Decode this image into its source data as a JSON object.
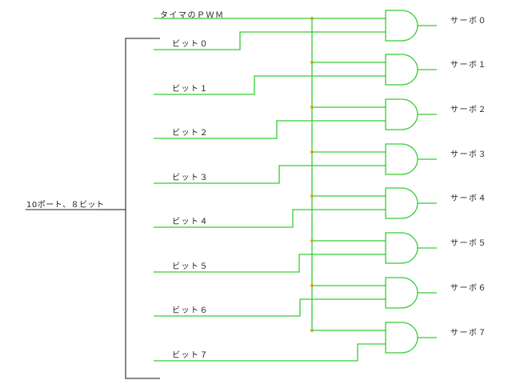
{
  "diagram": {
    "port_label": "10ポート、８ビット",
    "pwm_label": "タイマのＰＷＭ",
    "bit_labels": [
      "ビット０",
      "ビット１",
      "ビット２",
      "ビット３",
      "ビット４",
      "ビット５",
      "ビット６",
      "ビット７"
    ],
    "servo_labels": [
      "サーボ０",
      "サーボ１",
      "サーボ２",
      "サーボ３",
      "サーボ４",
      "サーボ５",
      "サーボ６",
      "サーボ７"
    ],
    "colors": {
      "wire": "#33cc33",
      "junction": "#ccaa22",
      "bracket": "#444444",
      "text": "#222222"
    }
  }
}
